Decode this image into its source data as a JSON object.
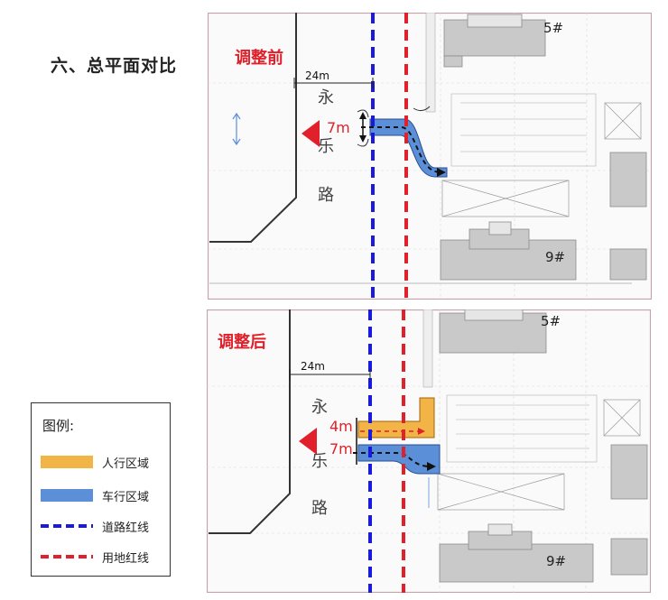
{
  "heading": "六、总平面对比",
  "colors": {
    "road_red_line": "#1a1adc",
    "site_red_line": "#e0202a",
    "vehicle_area": "#5b8fd8",
    "pedestrian_area": "#f2b347",
    "label_red": "#e0202a"
  },
  "before": {
    "title": "调整前",
    "width_label": "24m",
    "lane_label": "7m",
    "road_chars": [
      "永",
      "乐",
      "路"
    ],
    "building_top": "5#",
    "building_bottom": "9#"
  },
  "after": {
    "title": "调整后",
    "width_label": "24m",
    "ped_label": "4m",
    "lane_label": "7m",
    "road_chars": [
      "永",
      "乐",
      "路"
    ],
    "building_top": "5#",
    "building_bottom": "9#"
  },
  "legend": {
    "title": "图例:",
    "items": [
      {
        "label": "人行区域",
        "swatch": "pedestrian-area"
      },
      {
        "label": "车行区域",
        "swatch": "vehicle-area"
      },
      {
        "label": "道路红线",
        "swatch": "road-red-line"
      },
      {
        "label": "用地红线",
        "swatch": "site-red-line"
      }
    ]
  }
}
